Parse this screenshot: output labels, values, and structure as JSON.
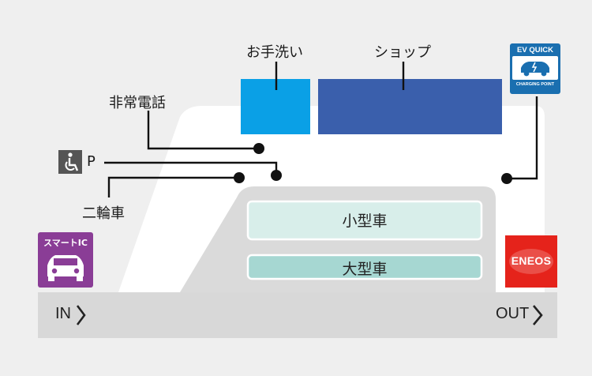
{
  "facilities": {
    "restroom": "お手洗い",
    "shop": "ショップ",
    "emergency_phone": "非常電話",
    "accessible_parking": "P",
    "motorcycle": "二輪車"
  },
  "parking": {
    "small_car": "小型車",
    "large_car": "大型車"
  },
  "road": {
    "entrance": "IN",
    "exit": "OUT"
  },
  "badges": {
    "ev_title": "EV QUICK",
    "ev_subtitle": "CHARGING POINT",
    "smart_ic": "スマートIC",
    "eneos": "ENEOS"
  },
  "colors": {
    "restroom": "#0aa0e6",
    "shop": "#3a5fac",
    "lot": "#dadada",
    "small_car": "#d8eeea",
    "large_car": "#a6d7d2",
    "road": "#d8d8d8",
    "ev": "#1a6fb0",
    "smart_ic": "#8a3d96",
    "eneos": "#e5231b"
  },
  "icons": {
    "wheelchair": "wheelchair-icon",
    "car": "car-icon",
    "chevron": "chevron-right-icon"
  }
}
